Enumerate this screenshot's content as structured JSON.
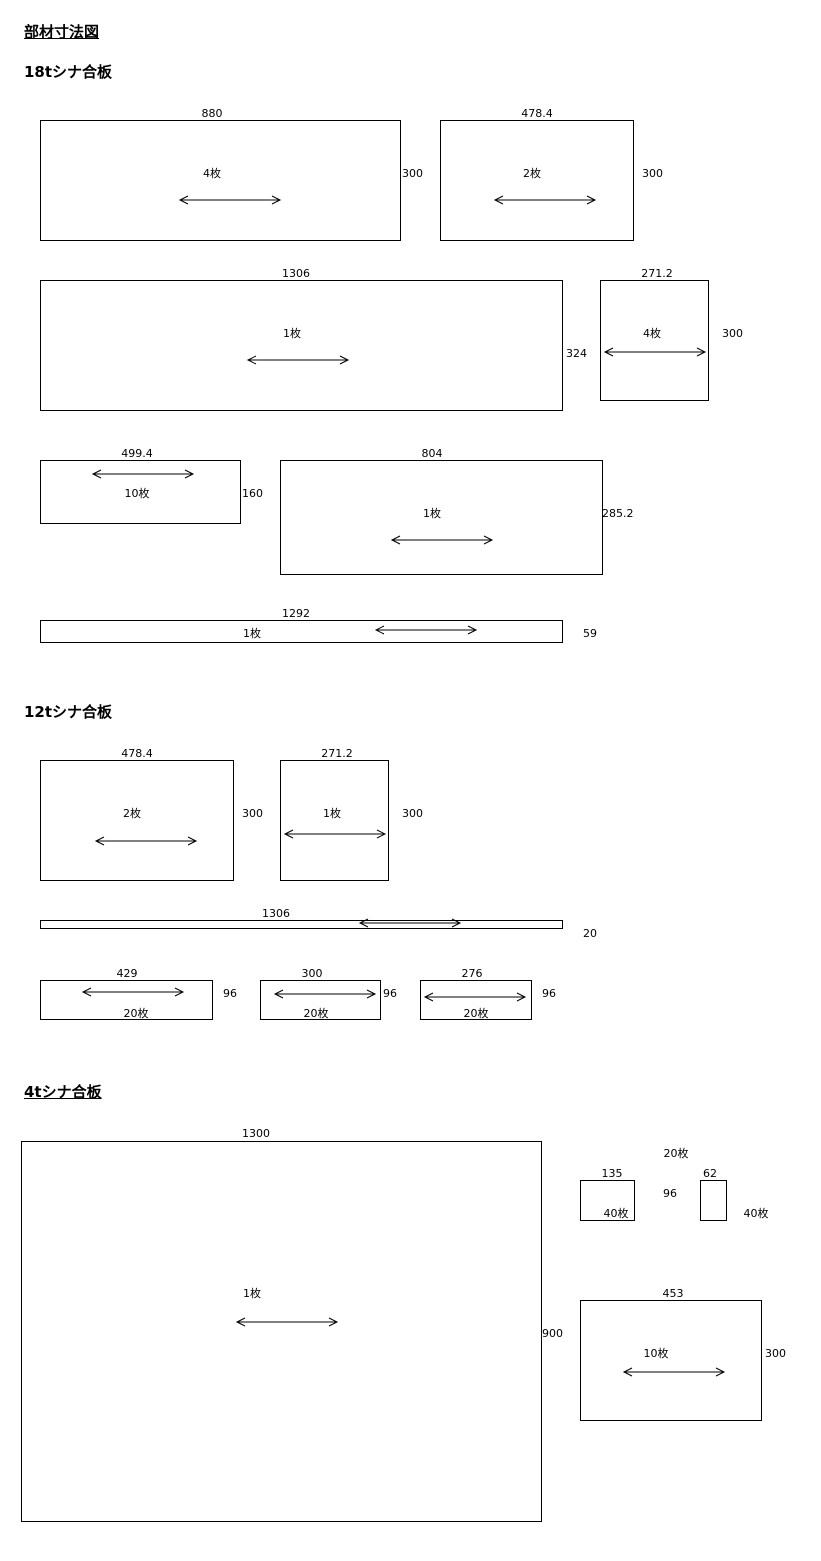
{
  "title": "部材寸法図",
  "sections": [
    {
      "heading": "18tシナ合板",
      "parts": [
        {
          "width": "880",
          "height": "300",
          "count": "4枚"
        },
        {
          "width": "478.4",
          "height": "300",
          "count": "2枚"
        },
        {
          "width": "1306",
          "height": "324",
          "count": "1枚"
        },
        {
          "width": "271.2",
          "height": "300",
          "count": "4枚"
        },
        {
          "width": "499.4",
          "height": "160",
          "count": "10枚"
        },
        {
          "width": "804",
          "height": "285.2",
          "count": "1枚"
        },
        {
          "width": "1292",
          "height": "59",
          "count": "1枚"
        }
      ]
    },
    {
      "heading": "12tシナ合板",
      "parts": [
        {
          "width": "478.4",
          "height": "300",
          "count": "2枚"
        },
        {
          "width": "271.2",
          "height": "300",
          "count": "1枚"
        },
        {
          "width": "1306",
          "height": "20",
          "count": ""
        },
        {
          "width": "429",
          "height": "96",
          "count": "20枚"
        },
        {
          "width": "300",
          "height": "96",
          "count": "20枚"
        },
        {
          "width": "276",
          "height": "96",
          "count": "20枚"
        }
      ]
    },
    {
      "heading": "4tシナ合板",
      "parts": [
        {
          "width": "1300",
          "height": "900",
          "count": "1枚"
        },
        {
          "width": "135",
          "height": "96",
          "count": "40枚"
        },
        {
          "width": "62",
          "height": "",
          "count": "40枚"
        },
        {
          "width": "453",
          "height": "300",
          "count": "10枚"
        }
      ],
      "shared_count": "20枚"
    }
  ]
}
